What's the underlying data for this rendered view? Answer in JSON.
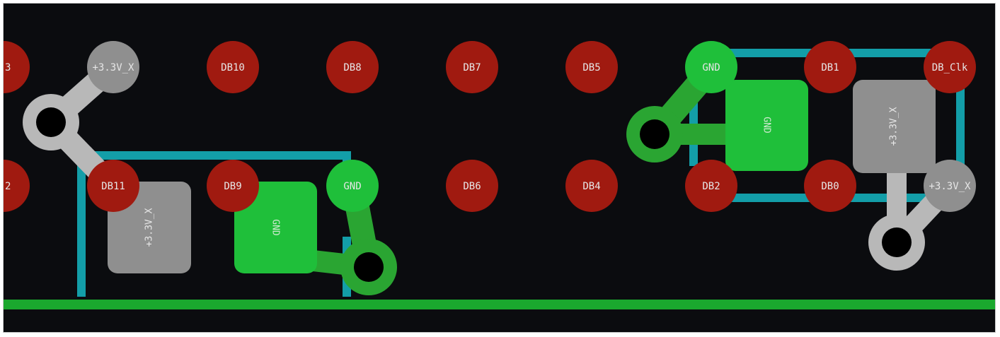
{
  "colors": {
    "background": "#0b0c0f",
    "red_pad": "#a01a10",
    "green_pad": "#1fbf3a",
    "green_trace": "#2aa532",
    "grey_pad": "#8f8f8f",
    "grey_trace": "#b8b8b8",
    "outline": "#139ea8",
    "ground_rail": "#1aa82e",
    "via_hole": "#000000"
  },
  "pads": {
    "db11_edge_top": "3",
    "plus33_left": "+3.3V_X",
    "db10": "DB10",
    "db8": "DB8",
    "db7": "DB7",
    "db5": "DB5",
    "gnd_top": "GND",
    "db1": "DB1",
    "db_clk": "DB_Clk",
    "db11_edge_bottom": "2",
    "db11": "DB11",
    "db9": "DB9",
    "gnd_left": "GND",
    "db6": "DB6",
    "db4": "DB4",
    "db2": "DB2",
    "db0": "DB0",
    "plus33_right": "+3.3V_X"
  },
  "smd": {
    "left_gray": "+3.3V_X",
    "left_green": "GND",
    "right_green": "GND",
    "right_gray": "+3.3V_X"
  }
}
